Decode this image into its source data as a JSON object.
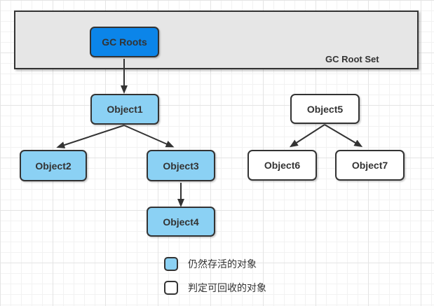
{
  "diagram": {
    "container": {
      "label": "GC Root Set"
    },
    "nodes": {
      "gc_roots": {
        "label": "GC Roots",
        "type": "root"
      },
      "object1": {
        "label": "Object1",
        "type": "alive"
      },
      "object2": {
        "label": "Object2",
        "type": "alive"
      },
      "object3": {
        "label": "Object3",
        "type": "alive"
      },
      "object4": {
        "label": "Object4",
        "type": "alive"
      },
      "object5": {
        "label": "Object5",
        "type": "recyclable"
      },
      "object6": {
        "label": "Object6",
        "type": "recyclable"
      },
      "object7": {
        "label": "Object7",
        "type": "recyclable"
      }
    },
    "edges": [
      {
        "name": "edge-gc-roots-object1",
        "from": [
          177,
          84
        ],
        "to": [
          177,
          128
        ]
      },
      {
        "name": "edge-object1-object2",
        "from": [
          177,
          179
        ],
        "to": [
          86,
          209
        ]
      },
      {
        "name": "edge-object1-object3",
        "from": [
          177,
          179
        ],
        "to": [
          243,
          208
        ]
      },
      {
        "name": "edge-object3-object4",
        "from": [
          258,
          261
        ],
        "to": [
          258,
          290
        ]
      },
      {
        "name": "edge-object5-object6",
        "from": [
          463,
          178
        ],
        "to": [
          418,
          207
        ]
      },
      {
        "name": "edge-object5-object7",
        "from": [
          463,
          178
        ],
        "to": [
          512,
          207
        ]
      }
    ],
    "legend": [
      {
        "swatch": "alive",
        "label": "仍然存活的对象"
      },
      {
        "swatch": "recyclable",
        "label": "判定可回收的对象"
      }
    ],
    "colors": {
      "root_fill": "#0b85e9",
      "alive_fill": "#8bd1f4",
      "recyclable_fill": "#ffffff",
      "container_fill": "#e6e6e6",
      "stroke": "#333333",
      "text": "#333333"
    }
  }
}
